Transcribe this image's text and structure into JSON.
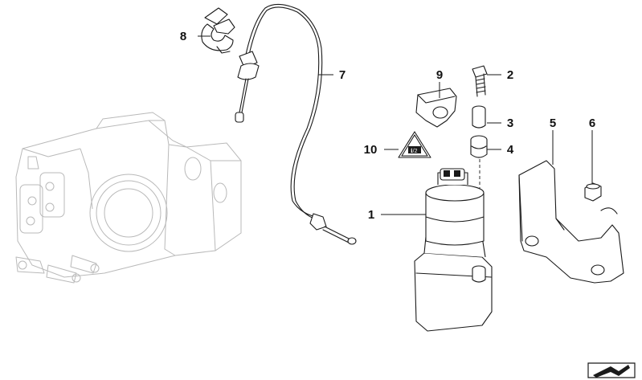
{
  "diagram": {
    "callouts": [
      {
        "id": "1",
        "label": "1"
      },
      {
        "id": "2",
        "label": "2"
      },
      {
        "id": "3",
        "label": "3"
      },
      {
        "id": "4",
        "label": "4"
      },
      {
        "id": "5",
        "label": "5"
      },
      {
        "id": "6",
        "label": "6"
      },
      {
        "id": "7",
        "label": "7"
      },
      {
        "id": "8",
        "label": "8"
      },
      {
        "id": "9",
        "label": "9"
      },
      {
        "id": "10",
        "label": "10"
      }
    ],
    "warning_label_icon": "battery-warning-triangle-icon",
    "nav_icon": "next-page-arrow-icon",
    "colors": {
      "line": "#1a1a1a",
      "ghost": "#b9b9b9",
      "background": "#ffffff"
    }
  }
}
